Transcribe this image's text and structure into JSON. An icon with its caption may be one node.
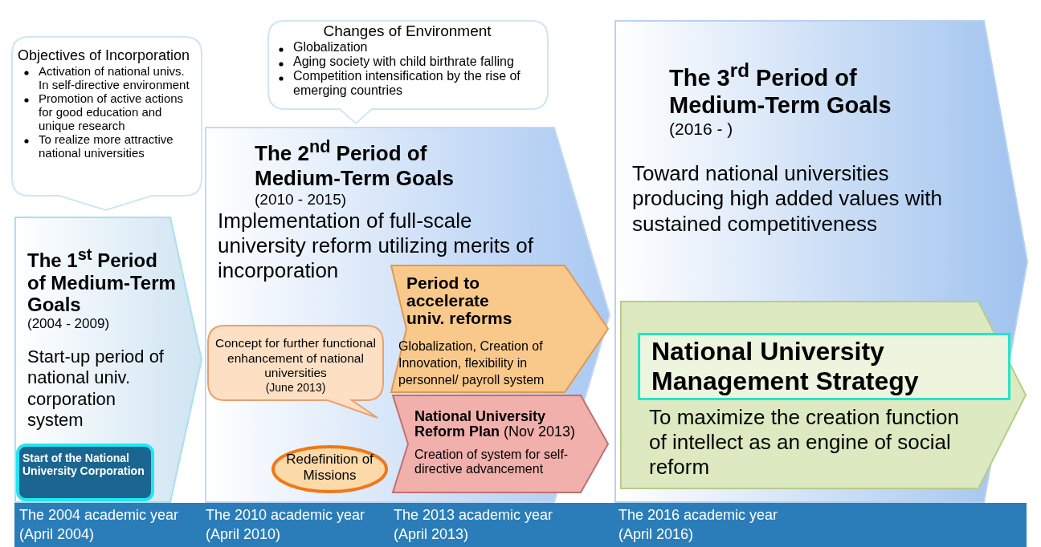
{
  "diagram": {
    "nodes": [
      {
        "text": [
          "Objectives of Incorporation",
          "Activation of national univs. In self-directive environment",
          "Promotion of active actions for good education and unique research",
          "To realize more attractive national universities"
        ]
      },
      {
        "text": [
          "Changes of Environment",
          "Globalization",
          "Aging society with child birthrate falling",
          "Competition intensification by the rise of emerging countries"
        ]
      },
      {
        "text": [
          "The 1$^{st}$ Period of Medium-Term Goals",
          "(2004 - 2009)",
          "Start-up period of national univ. corporation system"
        ]
      },
      {
        "text": [
          "Start of the National University Corporation"
        ],
        "in": 2
      },
      {
        "text": [
          "The 2$^{nd}$ Period of Medium-Term Goals",
          "(2010 - 2015)",
          "Implementation of full-scale university reform utilizing merits of incorporation"
        ]
      },
      {
        "text": [
          "Concept for further functional enhancement of national universities",
          "(June 2013)"
        ],
        "in": 4
      },
      {
        "text": [
          "Redefinition of Missions"
        ],
        "in": 4
      },
      {
        "text": [
          "Period to accelerate univ. reforms",
          "Globalization, Creation of Innovation, flexibility in personnel/ payroll system"
        ],
        "in": 4
      },
      {
        "text": [
          "**National University Reform Plan** (Nov 2013)",
          "Creation of system for self-directive advancement"
        ],
        "in": 4
      },
      {
        "text": [
          "The 3$^{rd}$ Period of Medium-Term Goals",
          "(2016 - )",
          "Toward national universities producing high added values with sustained competitiveness"
        ]
      },
      {
        "text": [
          "National University Management Strategy",
          "To maximize the creation function of intellect as an engine of social reform"
        ],
        "in": 9
      }
    ],
    "labels": [
      "The 2004 academic year",
      "(April 2004)",
      "The 2010 academic year",
      "(April 2010)",
      "The 2013 academic year",
      "(April 2013)",
      "The 2016 academic year",
      "(April 2016)"
    ]
  }
}
